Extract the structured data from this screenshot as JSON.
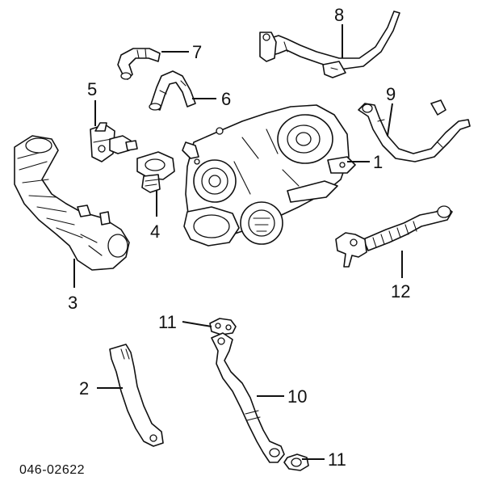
{
  "diagram_code": "046-02622",
  "callouts": {
    "c1": "1",
    "c2": "2",
    "c3": "3",
    "c4": "4",
    "c5": "5",
    "c6": "6",
    "c7": "7",
    "c8": "8",
    "c9": "9",
    "c10": "10",
    "c11a": "11",
    "c11b": "11",
    "c12": "12"
  }
}
